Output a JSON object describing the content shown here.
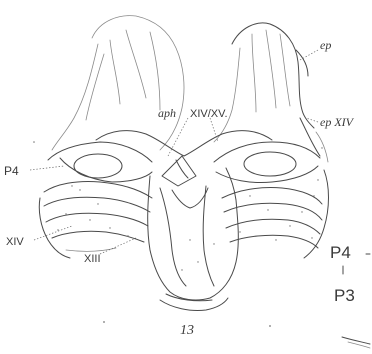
{
  "labels": {
    "ep": "ep",
    "aph": "aph",
    "xiv_xv": "XIV/XV.",
    "ep_xiv": "ep XIV",
    "p4_left": "P4",
    "xiv": "XIV",
    "xiii": "XIII",
    "p4_right": "P4",
    "p3": "P3",
    "figure_number": "13"
  }
}
